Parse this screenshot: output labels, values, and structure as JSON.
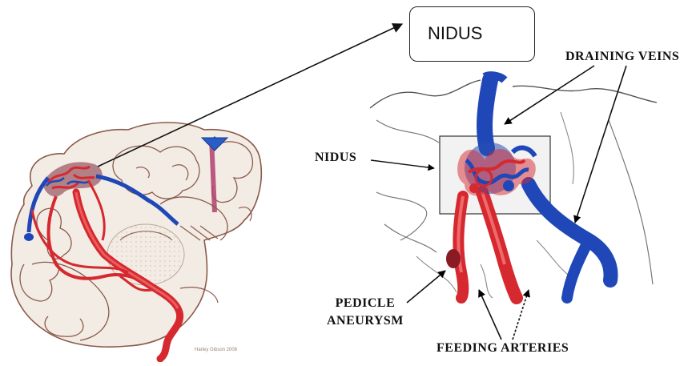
{
  "callout": {
    "label": "NIDUS"
  },
  "detail_labels": {
    "draining_veins": "DRAINING VEINS",
    "nidus": "NIDUS",
    "pedicle_aneurysm_line1": "PEDICLE",
    "pedicle_aneurysm_line2": "ANEURYSM",
    "feeding_arteries": "FEEDING ARTERIES"
  },
  "illustration_credit": "Harley Gibson 2006",
  "colors": {
    "artery": "#d6282f",
    "artery_highlight": "#ef6b6b",
    "vein": "#1f47b8",
    "brain_fill": "#f3ece4",
    "brain_outline": "#8a5a4a",
    "nidus_box": "#d9d9d9"
  },
  "icons": [
    "arrow-icon"
  ]
}
